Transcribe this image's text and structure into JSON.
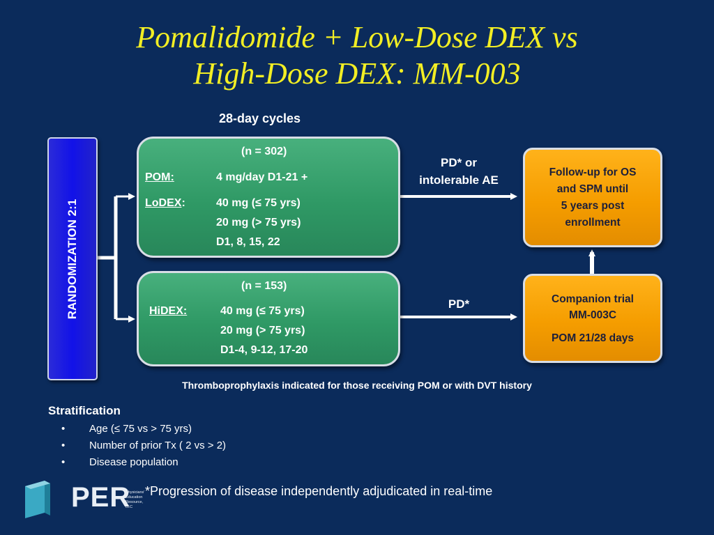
{
  "title": {
    "line1": "Pomalidomide + Low-Dose DEX vs",
    "line2": "High-Dose DEX: MM-003"
  },
  "cycles_label": "28-day cycles",
  "randomization_label": "RANDOMIZATION 2:1",
  "arm_pom": {
    "n": "(n = 302)",
    "pom_label": "POM:",
    "pom_dose": "4 mg/day D1-21 +",
    "lodex_label": "LoDEX",
    "lodex_colon": ":",
    "lodex_dose1": "40 mg (≤ 75 yrs)",
    "lodex_dose2": "20 mg (> 75 yrs)",
    "lodex_days": "D1, 8, 15, 22"
  },
  "arm_hidex": {
    "n": "(n = 153)",
    "hidex_label": "HiDEX:",
    "dose1": "40 mg (≤ 75 yrs)",
    "dose2": "20 mg (> 75 yrs)",
    "days": "D1-4, 9-12, 17-20"
  },
  "arrow_top_label": {
    "line1": "PD* or",
    "line2": "intolerable AE"
  },
  "arrow_bottom_label": "PD*",
  "followup_box": {
    "line1": "Follow-up for OS",
    "line2": "and SPM until",
    "line3": "5 years post",
    "line4": "enrollment"
  },
  "companion_box": {
    "line1": "Companion trial",
    "line2": "MM-003C",
    "line3": "POM 21/28 days"
  },
  "thromboprophylaxis_note": "Thromboprophylaxis indicated for those receiving POM or with DVT history",
  "stratification": {
    "heading": "Stratification",
    "items": [
      "Age (≤ 75 vs > 75 yrs)",
      "Number of prior Tx ( 2 vs > 2)",
      "Disease population"
    ]
  },
  "footnote": "*Progression of disease independently adjudicated in real-time",
  "logo": {
    "text": "PER",
    "subtitle_line1": "Physicians'",
    "subtitle_line2": "Education",
    "subtitle_line3": "Resource, LLC"
  },
  "colors": {
    "background": "#0b2b5b",
    "title": "#f2ee24",
    "arm_box": "#2f9965",
    "outcome_box": "#f59d00",
    "randomization_box": "#1212e8"
  }
}
